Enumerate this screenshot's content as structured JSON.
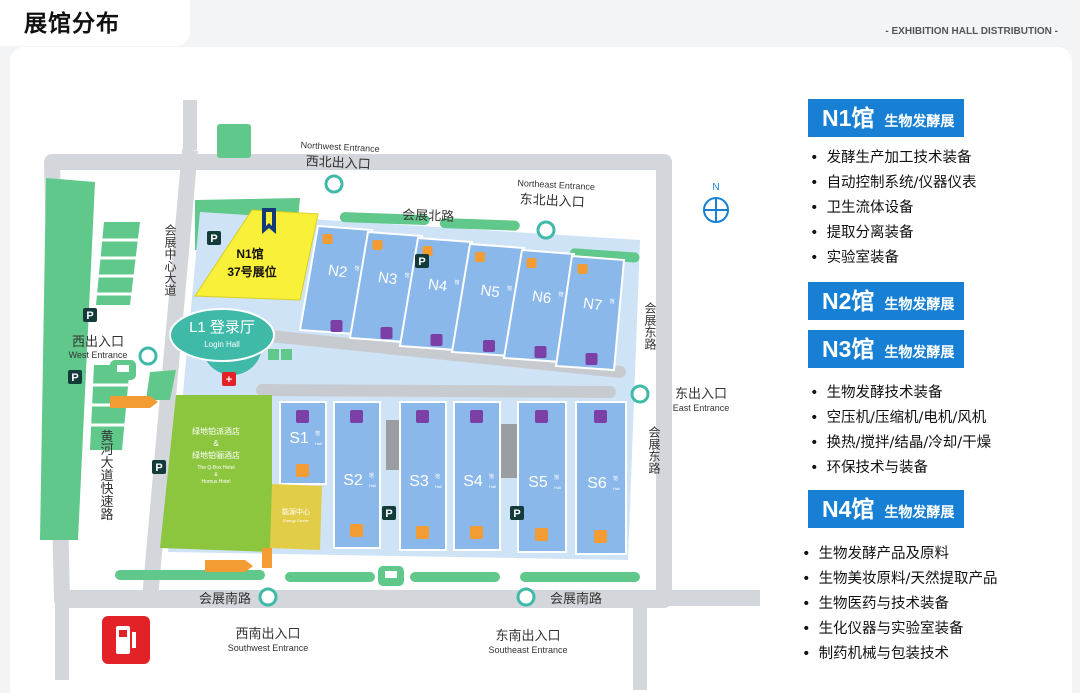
{
  "page": {
    "title": "展馆分布",
    "subtitle": "- EXHIBITION HALL DISTRIBUTION -"
  },
  "map": {
    "entrances": {
      "northwest_en": "Northwest Entrance",
      "northwest_cn": "西北出入口",
      "northeast_en": "Northeast Entrance",
      "northeast_cn": "东北出入口",
      "west_cn": "西出入口",
      "west_en": "West Entrance",
      "east_cn": "东出入口",
      "east_en": "East Entrance",
      "southwest_cn": "西南出入口",
      "southwest_en": "Southwest Entrance",
      "southeast_cn": "东南出入口",
      "southeast_en": "Southeast Entrance"
    },
    "roads": {
      "north": "会展北路",
      "south_left": "会展南路",
      "south_right": "会展南路",
      "west": "会展中心大道",
      "east_upper": "会展东路",
      "east_lower": "会展东路",
      "west_far": "黄河大道快速路"
    },
    "n1_label": "N1馆",
    "n1_booth": "37号展位",
    "login_hall_cn": "L1 登录厅",
    "login_hall_en": "Login Hall",
    "hotel_cn1": "绿地铂派酒店",
    "hotel_amp": "&",
    "hotel_cn2": "绿地铂骊酒店",
    "hotel_en1": "The Q-Box Hotel",
    "hotel_en2": "Homus Hotel",
    "energy_cn": "能源中心",
    "energy_en": "Energy Center",
    "north_letter": "N",
    "parking": "P",
    "hall_sub": "馆",
    "hall_en": "Hall",
    "north_halls": [
      "N2",
      "N3",
      "N4",
      "N5",
      "N6",
      "N7"
    ],
    "south_halls": [
      "S1",
      "S2",
      "S3",
      "S4",
      "S5",
      "S6"
    ],
    "colors": {
      "hall_blue": "#8ab8ea",
      "grass": "#5fc88a",
      "road": "#d3d6da",
      "yellow": "#f9f03a",
      "hotel_green": "#8cc63f",
      "teal": "#3fb9a8",
      "accent": "#1780d4",
      "gas_red": "#e32227"
    }
  },
  "legend": [
    {
      "code": "N1馆",
      "category": "生物发酵展",
      "items": [
        "发酵生产加工技术装备",
        "自动控制系统/仪器仪表",
        "卫生流体设备",
        "提取分离装备",
        "实验室装备"
      ]
    },
    {
      "code": "N2馆",
      "category": "生物发酵展",
      "items": []
    },
    {
      "code": "N3馆",
      "category": "生物发酵展",
      "items": [
        "生物发酵技术装备",
        "空压机/压缩机/电机/风机",
        "换热/搅拌/结晶/冷却/干燥",
        "环保技术与装备"
      ]
    },
    {
      "code": "N4馆",
      "category": "生物发酵展",
      "items": [
        "生物发酵产品及原料",
        "生物美妆原料/天然提取产品",
        "生物医药与技术装备",
        "生化仪器与实验室装备",
        "制药机械与包装技术"
      ]
    }
  ]
}
